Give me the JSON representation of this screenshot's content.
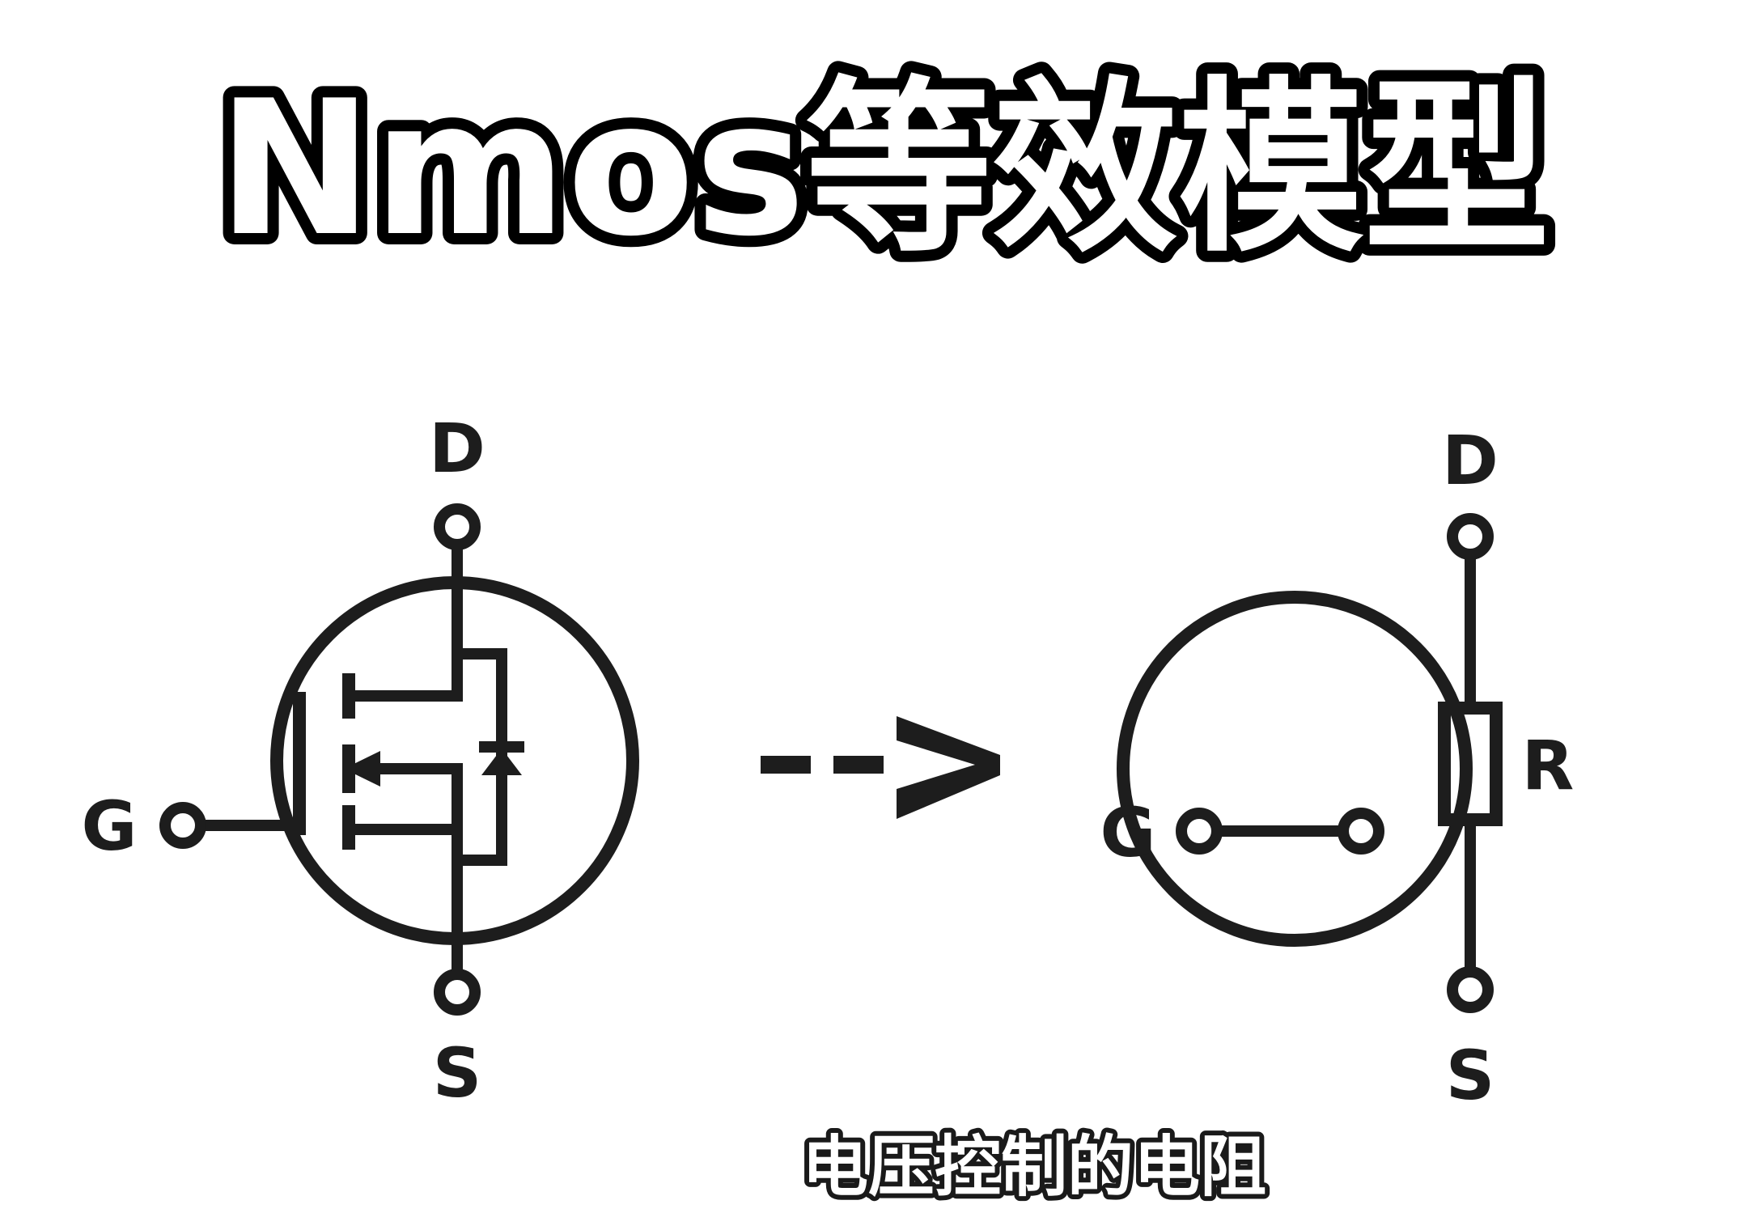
{
  "title": "Nmos等效模型",
  "caption": "电压控制的电阻",
  "arrow_text": "-->",
  "left_symbol": {
    "drain_label": "D",
    "gate_label": "G",
    "source_label": "S"
  },
  "right_symbol": {
    "drain_label": "D",
    "gate_label": "G",
    "source_label": "S",
    "resistor_label": "R"
  },
  "colors": {
    "ink": "#1d1d1d",
    "background": "#ffffff",
    "title_fill": "#ffffff",
    "title_outline": "#000000"
  }
}
